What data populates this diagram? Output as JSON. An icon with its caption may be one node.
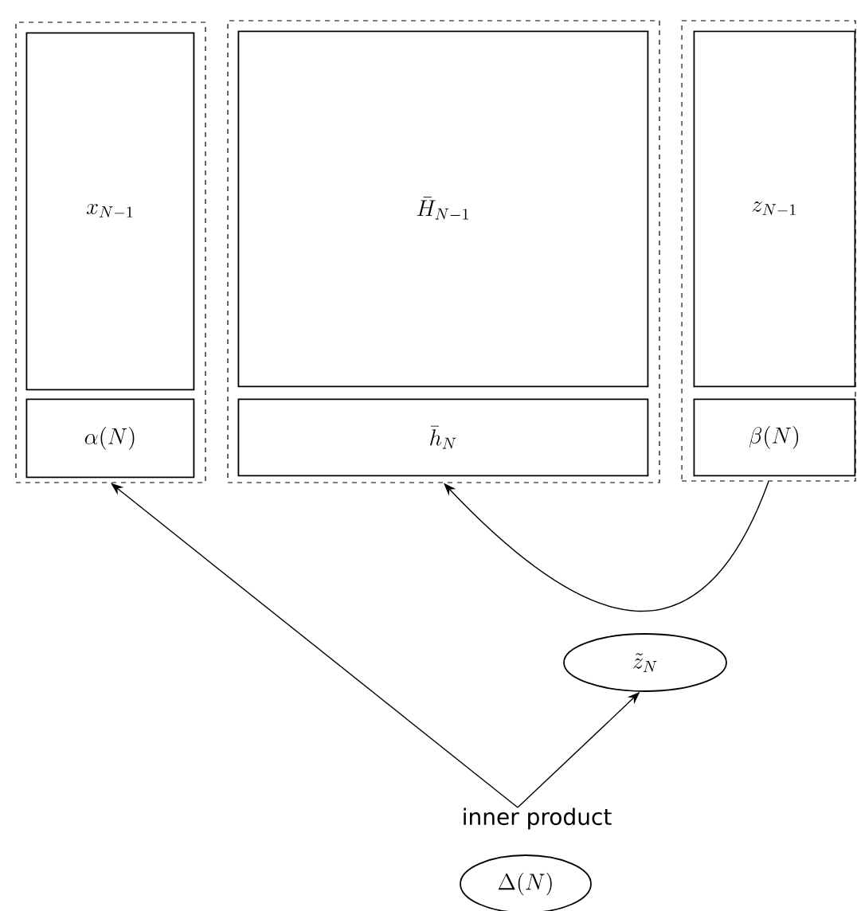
{
  "diagram": {
    "nodes": [
      {
        "text": [],
        "shape": "box"
      },
      {
        "text": [
          "x_{N-1}"
        ],
        "in": 0
      },
      {
        "text": [
          "\\alpha(N)"
        ],
        "in": 0
      },
      {
        "text": [],
        "shape": "box"
      },
      {
        "text": [
          "\\bar{H}_{N-1}"
        ],
        "in": 3
      },
      {
        "text": [
          "\\bar{h}_N"
        ],
        "in": 3
      },
      {
        "text": [],
        "shape": "box"
      },
      {
        "text": [
          "z_{N-1}"
        ],
        "in": 6
      },
      {
        "text": [
          "\\beta(N)"
        ],
        "in": 6
      },
      {
        "text": [
          "\\tilde{z}_N"
        ]
      },
      {
        "text": [
          "inner product"
        ]
      },
      {
        "text": [
          "\\Delta(N)"
        ]
      }
    ],
    "edges": [
      {
        "from": 10,
        "to": 0,
        "arrow": "to"
      },
      {
        "from": 10,
        "to": 9,
        "arrow": "to"
      },
      {
        "from": 6,
        "to": 3,
        "arrow": "to"
      }
    ]
  }
}
